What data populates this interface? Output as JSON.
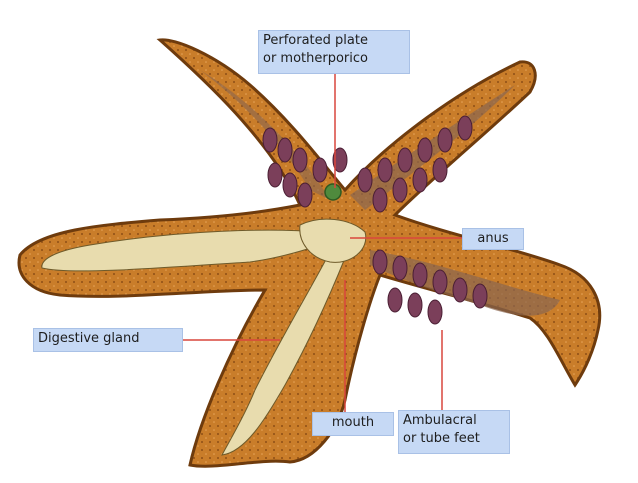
{
  "diagram": {
    "labels": {
      "perforated_plate": "Perforated plate\nor motherporico",
      "anus": "anus",
      "digestive_gland": "Digestive gland",
      "mouth": "mouth",
      "ambulacral_feet": "Ambulacral\nor tube feet"
    },
    "colors": {
      "body_orange": "#c97d2a",
      "body_outline": "#6e3b0d",
      "gland_cream": "#e8dcae",
      "inner_brown": "#8a6650",
      "tube_feet": "#7b3f5a",
      "madreporite_green": "#4f8a3d",
      "leader_line": "#d9463c",
      "label_bg": "#c6d9f5"
    }
  }
}
